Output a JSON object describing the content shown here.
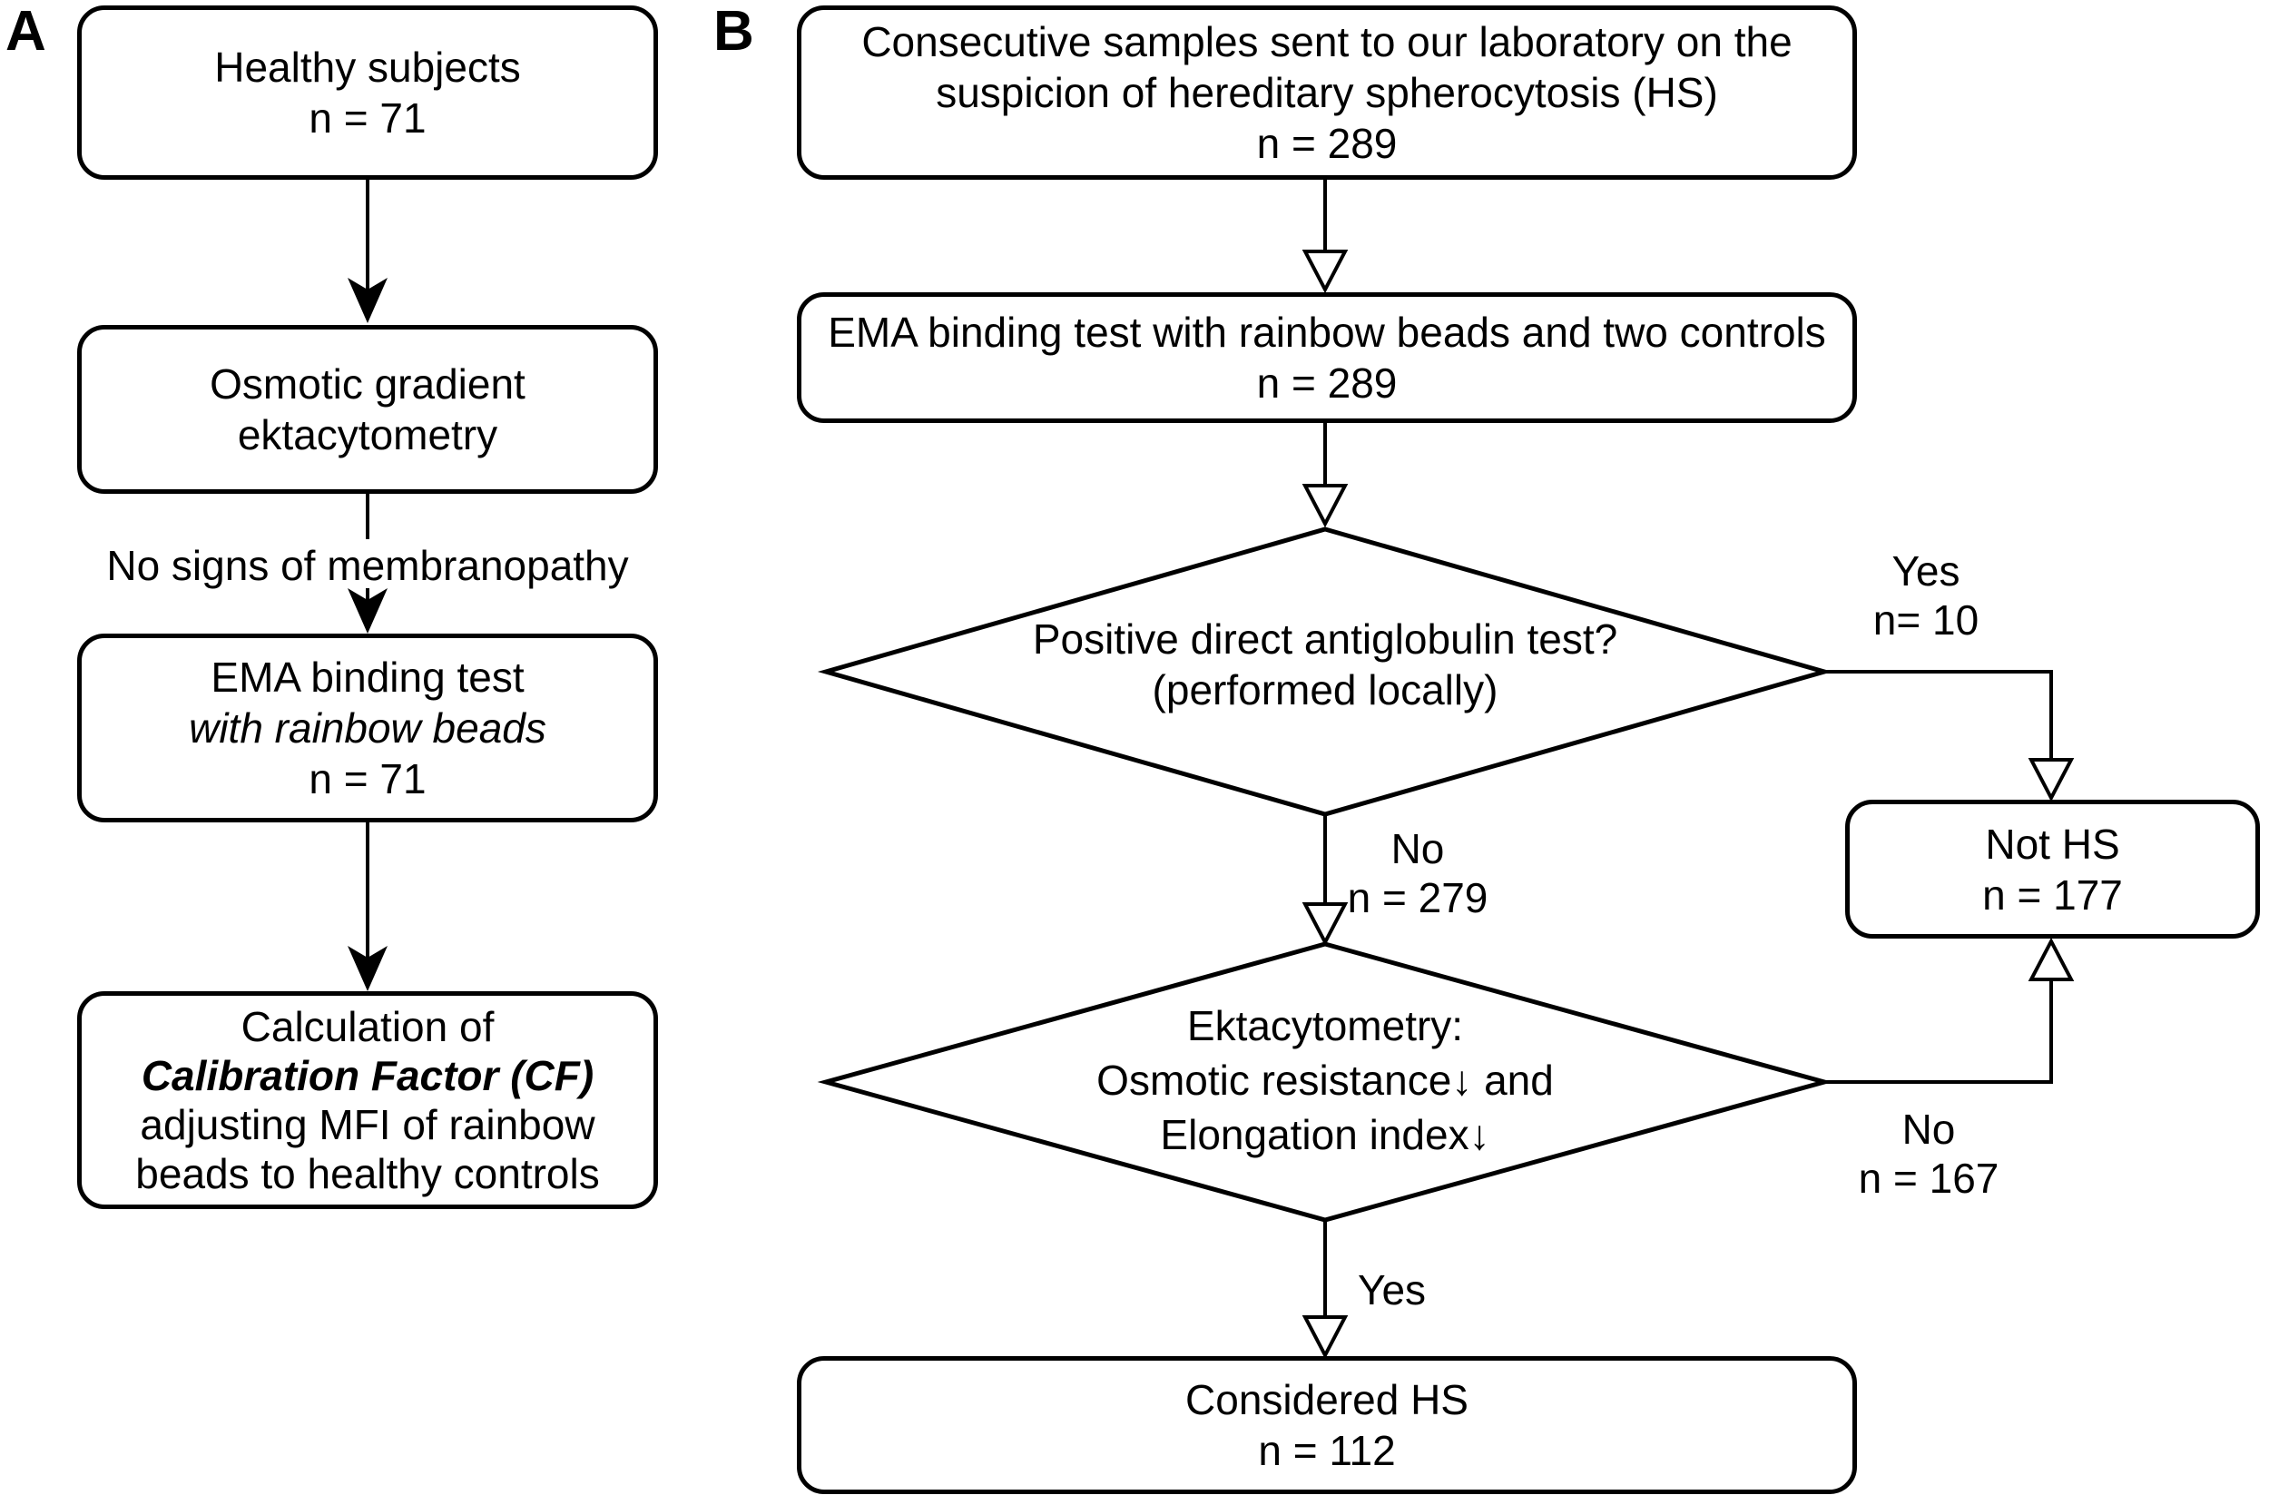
{
  "colors": {
    "stroke": "#000000",
    "background": "#ffffff"
  },
  "panel_a": {
    "label": "A",
    "healthy_subjects": [
      "Healthy subjects",
      "n = 71"
    ],
    "osmotic_gradient": [
      "Osmotic gradient",
      "ektacytometry"
    ],
    "edge_label_no_signs": "No signs of membranopathy",
    "ema_binding": [
      "EMA binding test",
      "with rainbow beads",
      "n = 71"
    ],
    "calculation": [
      "Calculation of",
      "Calibration Factor (CF)",
      "adjusting MFI of rainbow",
      "beads to healthy controls"
    ]
  },
  "panel_b": {
    "label": "B",
    "consecutive_samples": [
      "Consecutive samples sent to our laboratory on the",
      "suspicion of hereditary spherocytosis (HS)",
      "n = 289"
    ],
    "ema_binding_controls": [
      "EMA binding test with rainbow beads and two controls",
      "n = 289"
    ],
    "diamond_dat": [
      "Positive direct antiglobulin test?",
      "(performed locally)"
    ],
    "label_dat_yes": [
      "Yes",
      "n= 10"
    ],
    "label_dat_no": [
      "No",
      "n = 279"
    ],
    "not_hs": [
      "Not HS",
      "n = 177"
    ],
    "diamond_ektacytometry": [
      "Ektacytometry:",
      "Osmotic resistance↓ and",
      "Elongation index↓"
    ],
    "label_ekta_no": [
      "No",
      "n = 167"
    ],
    "label_ekta_yes": "Yes",
    "considered_hs": [
      "Considered HS",
      "n = 112"
    ]
  }
}
